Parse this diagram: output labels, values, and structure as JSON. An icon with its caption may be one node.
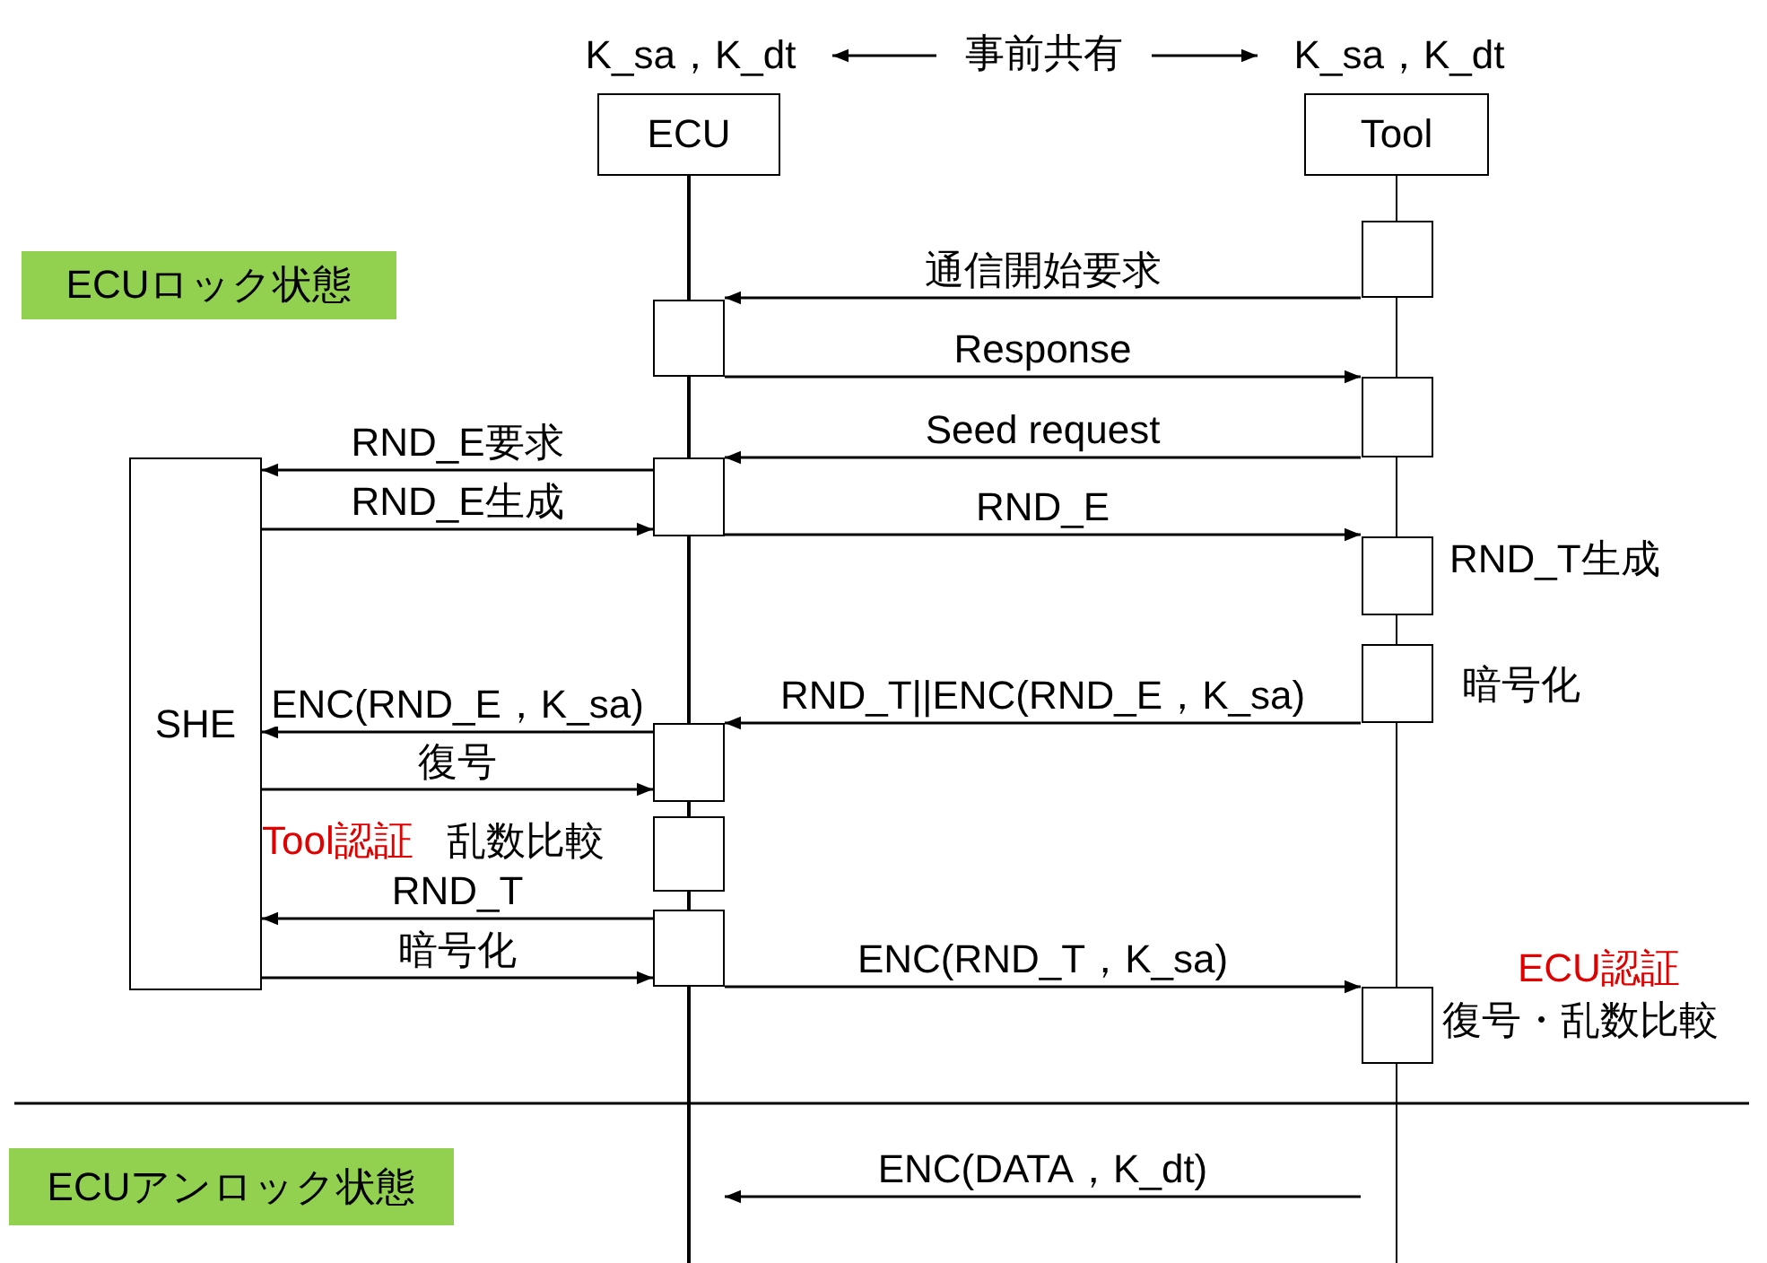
{
  "diagram": {
    "nodes": [
      {
        "text": [
          "K_sa，K_dt"
        ]
      },
      {
        "text": [
          "事前共有"
        ]
      },
      {
        "text": [
          "K_sa，K_dt"
        ]
      },
      {
        "text": [
          "ECU"
        ]
      },
      {
        "text": [
          "Tool"
        ]
      },
      {
        "text": [
          "ECUロック状態"
        ]
      },
      {
        "text": [
          "SHE"
        ]
      },
      {
        "text": [],
        "shape": "box",
        "in": 4
      },
      {
        "text": [],
        "shape": "box",
        "in": 3
      },
      {
        "text": [],
        "shape": "box",
        "in": 4
      },
      {
        "text": [],
        "shape": "box",
        "in": 3
      },
      {
        "text": [],
        "shape": "box",
        "in": 4,
        "beside": [
          "RND_T生成"
        ]
      },
      {
        "text": [],
        "shape": "box",
        "in": 4,
        "beside": [
          "暗号化"
        ]
      },
      {
        "text": [],
        "shape": "box",
        "in": 3
      },
      {
        "text": [],
        "shape": "box",
        "in": 3
      },
      {
        "text": [],
        "shape": "box",
        "in": 3
      },
      {
        "text": [],
        "shape": "box",
        "in": 4,
        "beside": [
          "ECU認証",
          "復号・乱数比較"
        ]
      },
      {
        "text": [
          "ECUアンロック状態"
        ]
      }
    ],
    "edges": [
      {
        "from": 1,
        "to": 0,
        "arrow": "to"
      },
      {
        "from": 1,
        "to": 2,
        "arrow": "to"
      },
      {
        "from": 7,
        "to": 8,
        "arrow": "to",
        "label": "通信開始要求"
      },
      {
        "from": 8,
        "to": 9,
        "arrow": "to",
        "label": "Response"
      },
      {
        "from": 9,
        "to": 10,
        "arrow": "to",
        "label": "Seed request"
      },
      {
        "from": 10,
        "to": 6,
        "arrow": "to",
        "label": "RND_E要求"
      },
      {
        "from": 6,
        "to": 10,
        "arrow": "to",
        "label": "RND_E生成"
      },
      {
        "from": 10,
        "to": 11,
        "arrow": "to",
        "label": "RND_E"
      },
      {
        "from": 12,
        "to": 13,
        "arrow": "to",
        "label": "RND_T||ENC(RND_E，K_sa)"
      },
      {
        "from": 13,
        "to": 6,
        "arrow": "to",
        "label": "ENC(RND_E，K_sa)"
      },
      {
        "from": 6,
        "to": 13,
        "arrow": "to",
        "label": "復号"
      },
      {
        "from": 15,
        "to": 6,
        "arrow": "to",
        "label": "RND_T"
      },
      {
        "from": 6,
        "to": 15,
        "arrow": "to",
        "label": "暗号化"
      },
      {
        "from": 15,
        "to": 16,
        "arrow": "to",
        "label": "ENC(RND_T，K_sa)"
      },
      {
        "from": 4,
        "to": 3,
        "arrow": "to",
        "label": "ENC(DATA，K_dt)"
      }
    ],
    "labels": [
      "Tool認証",
      "乱数比較"
    ]
  }
}
